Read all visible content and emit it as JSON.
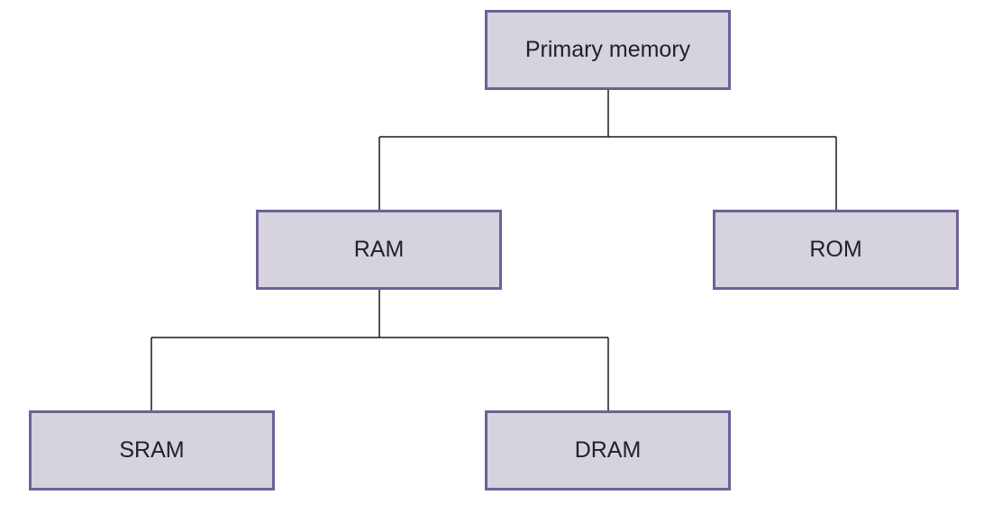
{
  "colors": {
    "box_fill": "#d6d2de",
    "box_border": "#6e6196",
    "connector": "#1a1a1a",
    "text": "#222222"
  },
  "nodes": {
    "primary": {
      "label": "Primary memory"
    },
    "ram": {
      "label": "RAM"
    },
    "rom": {
      "label": "ROM"
    },
    "sram": {
      "label": "SRAM"
    },
    "dram": {
      "label": "DRAM"
    }
  },
  "edges": [
    {
      "from": "Primary memory",
      "to": "RAM"
    },
    {
      "from": "Primary memory",
      "to": "ROM"
    },
    {
      "from": "RAM",
      "to": "SRAM"
    },
    {
      "from": "RAM",
      "to": "DRAM"
    }
  ]
}
